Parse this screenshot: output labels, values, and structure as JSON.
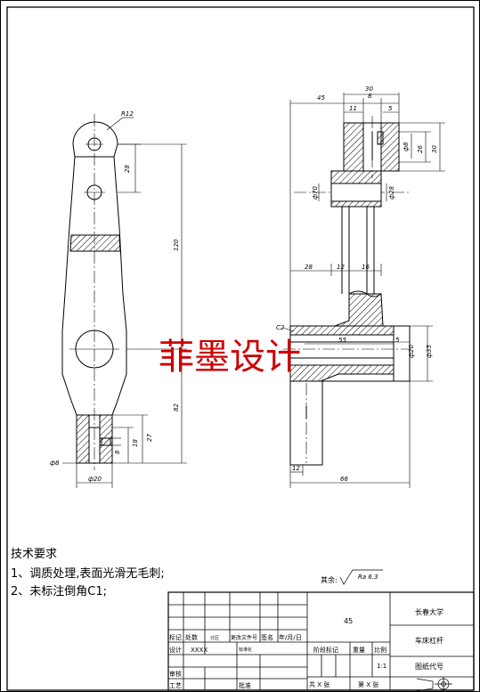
{
  "watermark": "菲墨设计",
  "left_view": {
    "dims": {
      "r12": "R12",
      "d28": "28",
      "d120": "120",
      "d82": "82",
      "d27": "27",
      "d18": "18",
      "d8": "8",
      "phi8": "ф8",
      "phi20": "ф20"
    }
  },
  "right_view": {
    "dims": {
      "d45": "45",
      "d30": "30",
      "d8": "8",
      "d11": "11",
      "d5a": "5",
      "phi8": "ф8",
      "d26": "26",
      "d30v": "30",
      "phi70": "ф70",
      "phi28": "ф28",
      "d28": "28",
      "d12": "12",
      "d16": "16",
      "c2": "C2",
      "d55": "55",
      "d5b": "5",
      "phi20": "ф20",
      "phi35": "ф35",
      "d12b": "12",
      "d66": "66"
    }
  },
  "tech_req": {
    "title": "技术要求",
    "line1": "1、调质处理,表面光滑无毛刺;",
    "line2": "2、未标注倒角C1;"
  },
  "surface": {
    "label": "其余:",
    "value": "Ra 6.3"
  },
  "title_block": {
    "drawing_number": "45",
    "school": "长春大学",
    "part_name": "车床杠杆",
    "drawing_code": "图纸代号",
    "scale": "1:1",
    "row_labels": {
      "biaoji": "标记",
      "chushu": "处数",
      "fenqu": "分区",
      "wenjian": "更改文件号",
      "qianming": "签名",
      "riqi": "年/月/日",
      "sheji": "设计",
      "sheji_name": "XXXX",
      "biaozhunhua": "标准化",
      "shenhe": "审核",
      "gongyi": "工艺",
      "pizhun": "批准"
    },
    "stage_mark": "阶段标记",
    "weight": "重量",
    "ratio": "比例",
    "total_sheets": "共 X 张",
    "sheet_no": "第 X 张"
  }
}
